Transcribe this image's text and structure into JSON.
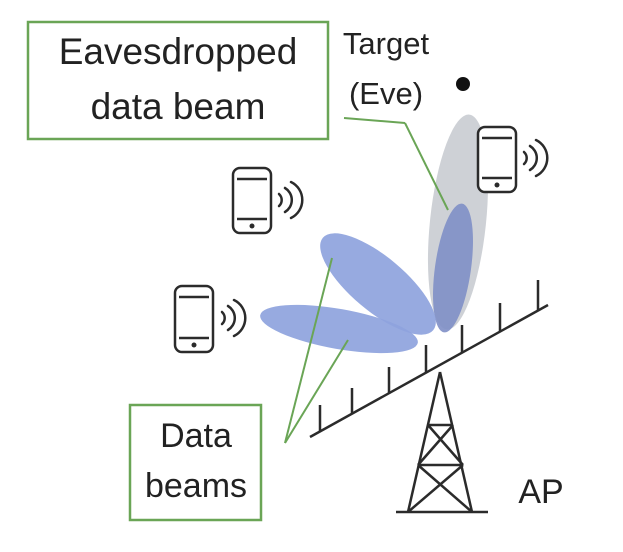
{
  "labels": {
    "eavesdropped_line1": "Eavesdropped",
    "eavesdropped_line2": "data beam",
    "target_line1": "Target",
    "target_line2": "(Eve)",
    "data_beams_line1": "Data",
    "data_beams_line2": "beams",
    "ap": "AP"
  },
  "colors": {
    "box_border": "#6aa556",
    "leader_line": "#6aa556",
    "data_beam": "#8ea3dd",
    "eaves_beam": "#7f8fc6",
    "target_beam_bg": "#c9ccd2",
    "ink": "#2b2b2b",
    "background": "#ffffff"
  },
  "icons": [
    "smartphone-icon",
    "wifi-signal-icon",
    "ap-tower-icon",
    "eve-target-dot"
  ]
}
